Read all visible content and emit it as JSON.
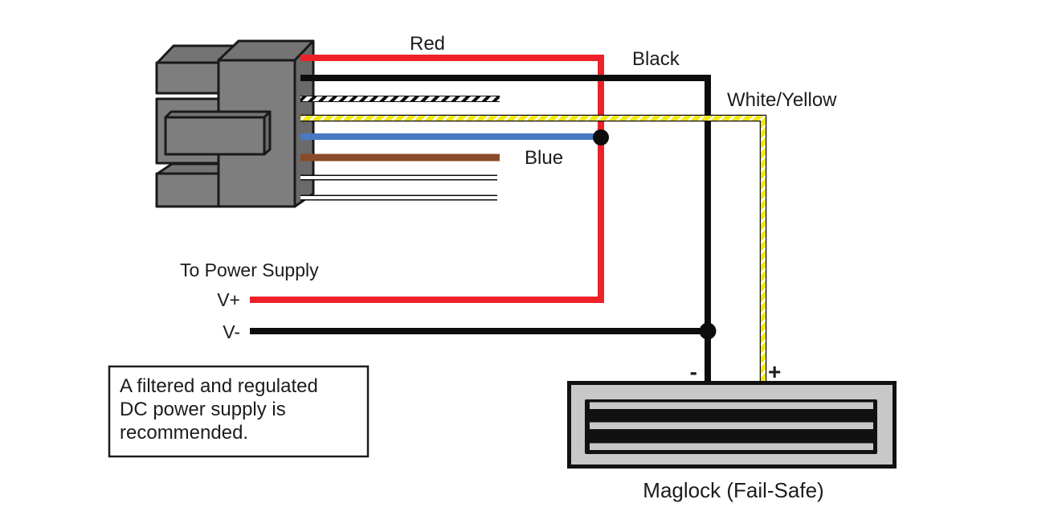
{
  "colors": {
    "wire_red": "#ee2129",
    "wire_black": "#0d0d0d",
    "wire_blue": "#4779c4",
    "wire_brown": "#8a4b2a",
    "wire_yellow": "#f2e912",
    "wire_white": "#ffffff",
    "outline": "#1a1a1a",
    "connector_front": "#7e7e7e",
    "connector_top": "#747474",
    "connector_side": "#6a6a6a",
    "maglock_body": "#c8c8c8",
    "maglock_core": "#111111"
  },
  "wire_labels": {
    "red": "Red",
    "black": "Black",
    "white_yellow": "White/Yellow",
    "blue": "Blue"
  },
  "power": {
    "title": "To Power Supply",
    "v_plus": "V+",
    "v_minus": "V-"
  },
  "maglock": {
    "caption": "Maglock (Fail-Safe)",
    "terminal_minus": "-",
    "terminal_plus": "+"
  },
  "note": {
    "line1": "A filtered and regulated",
    "line2": "DC power supply is",
    "line3": "recommended."
  }
}
